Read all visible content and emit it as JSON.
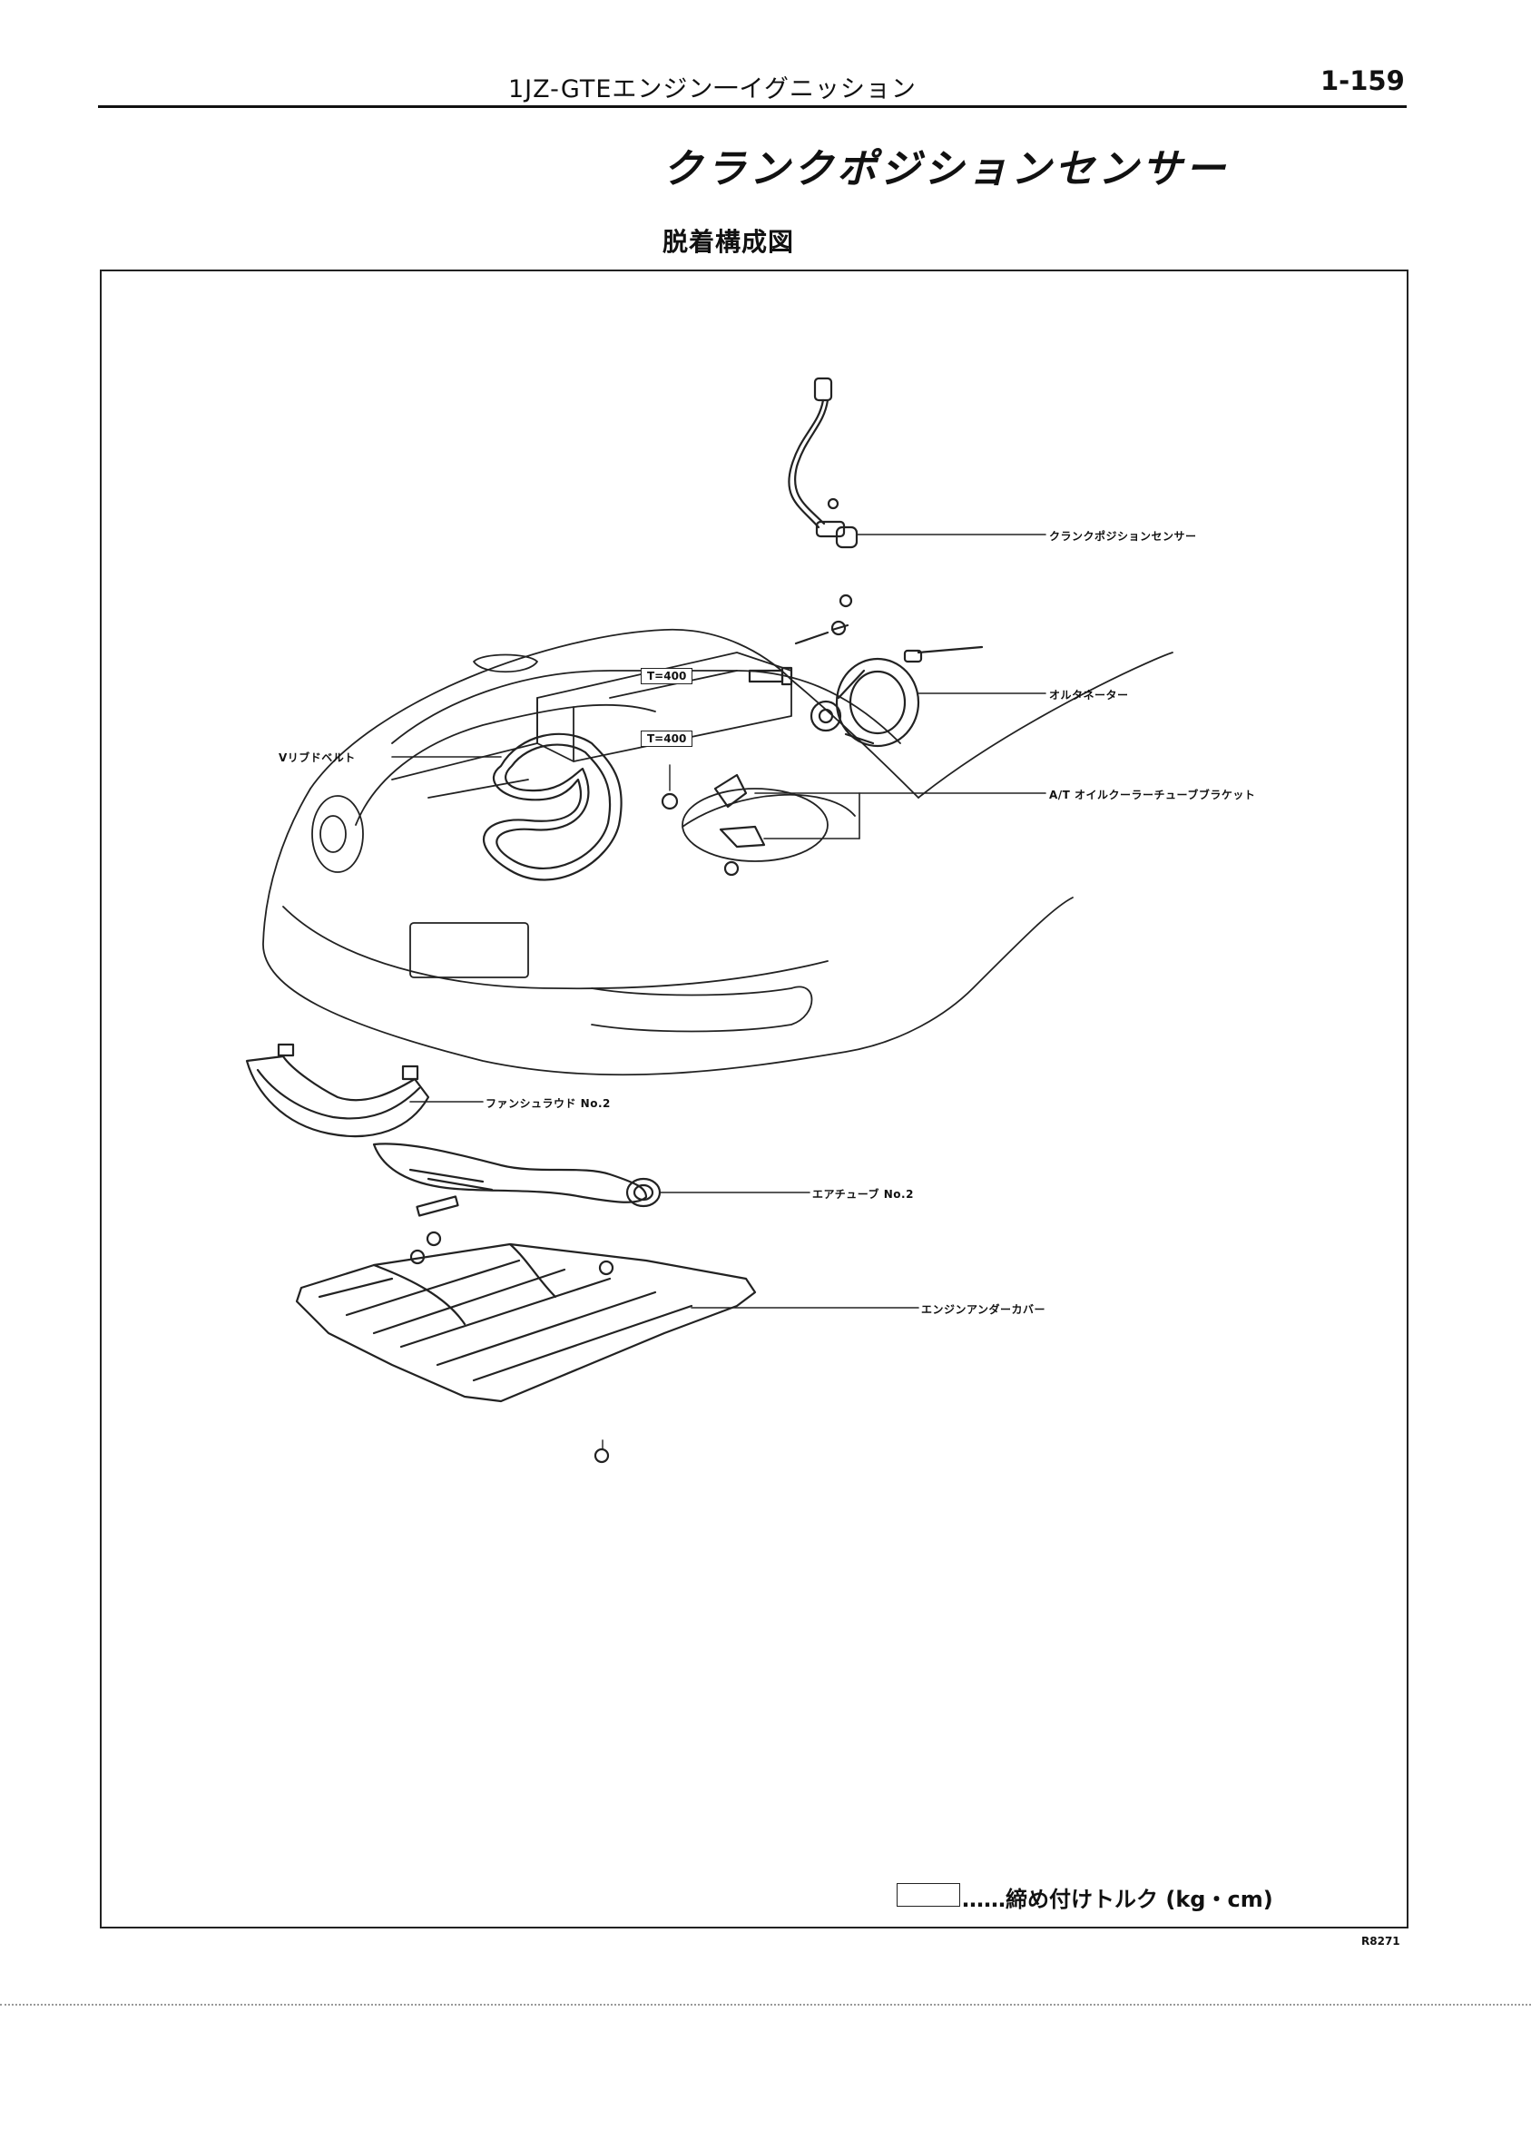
{
  "header": {
    "section": "1JZ-GTEエンジン一イグニッション",
    "page_number": "1-159"
  },
  "title": "クランクポジションセンサー",
  "subtitle": "脱着構成図",
  "diagram": {
    "labels": {
      "crank_sensor": "クランクポジションセンサー",
      "alternator": "オルタネーター",
      "v_belt": "Vリブドベルト",
      "oil_cooler_bracket": "A/T オイルクーラーチューブブラケット",
      "fan_shroud": "ファンシュラウド No.2",
      "air_tube": "エアチューブ No.2",
      "under_cover": "エンジンアンダーカバー"
    },
    "torque_tags": [
      "T=400",
      "T=400"
    ]
  },
  "legend": {
    "text": "……締め付けトルク (kg・cm)"
  },
  "figure_code": "R8271"
}
